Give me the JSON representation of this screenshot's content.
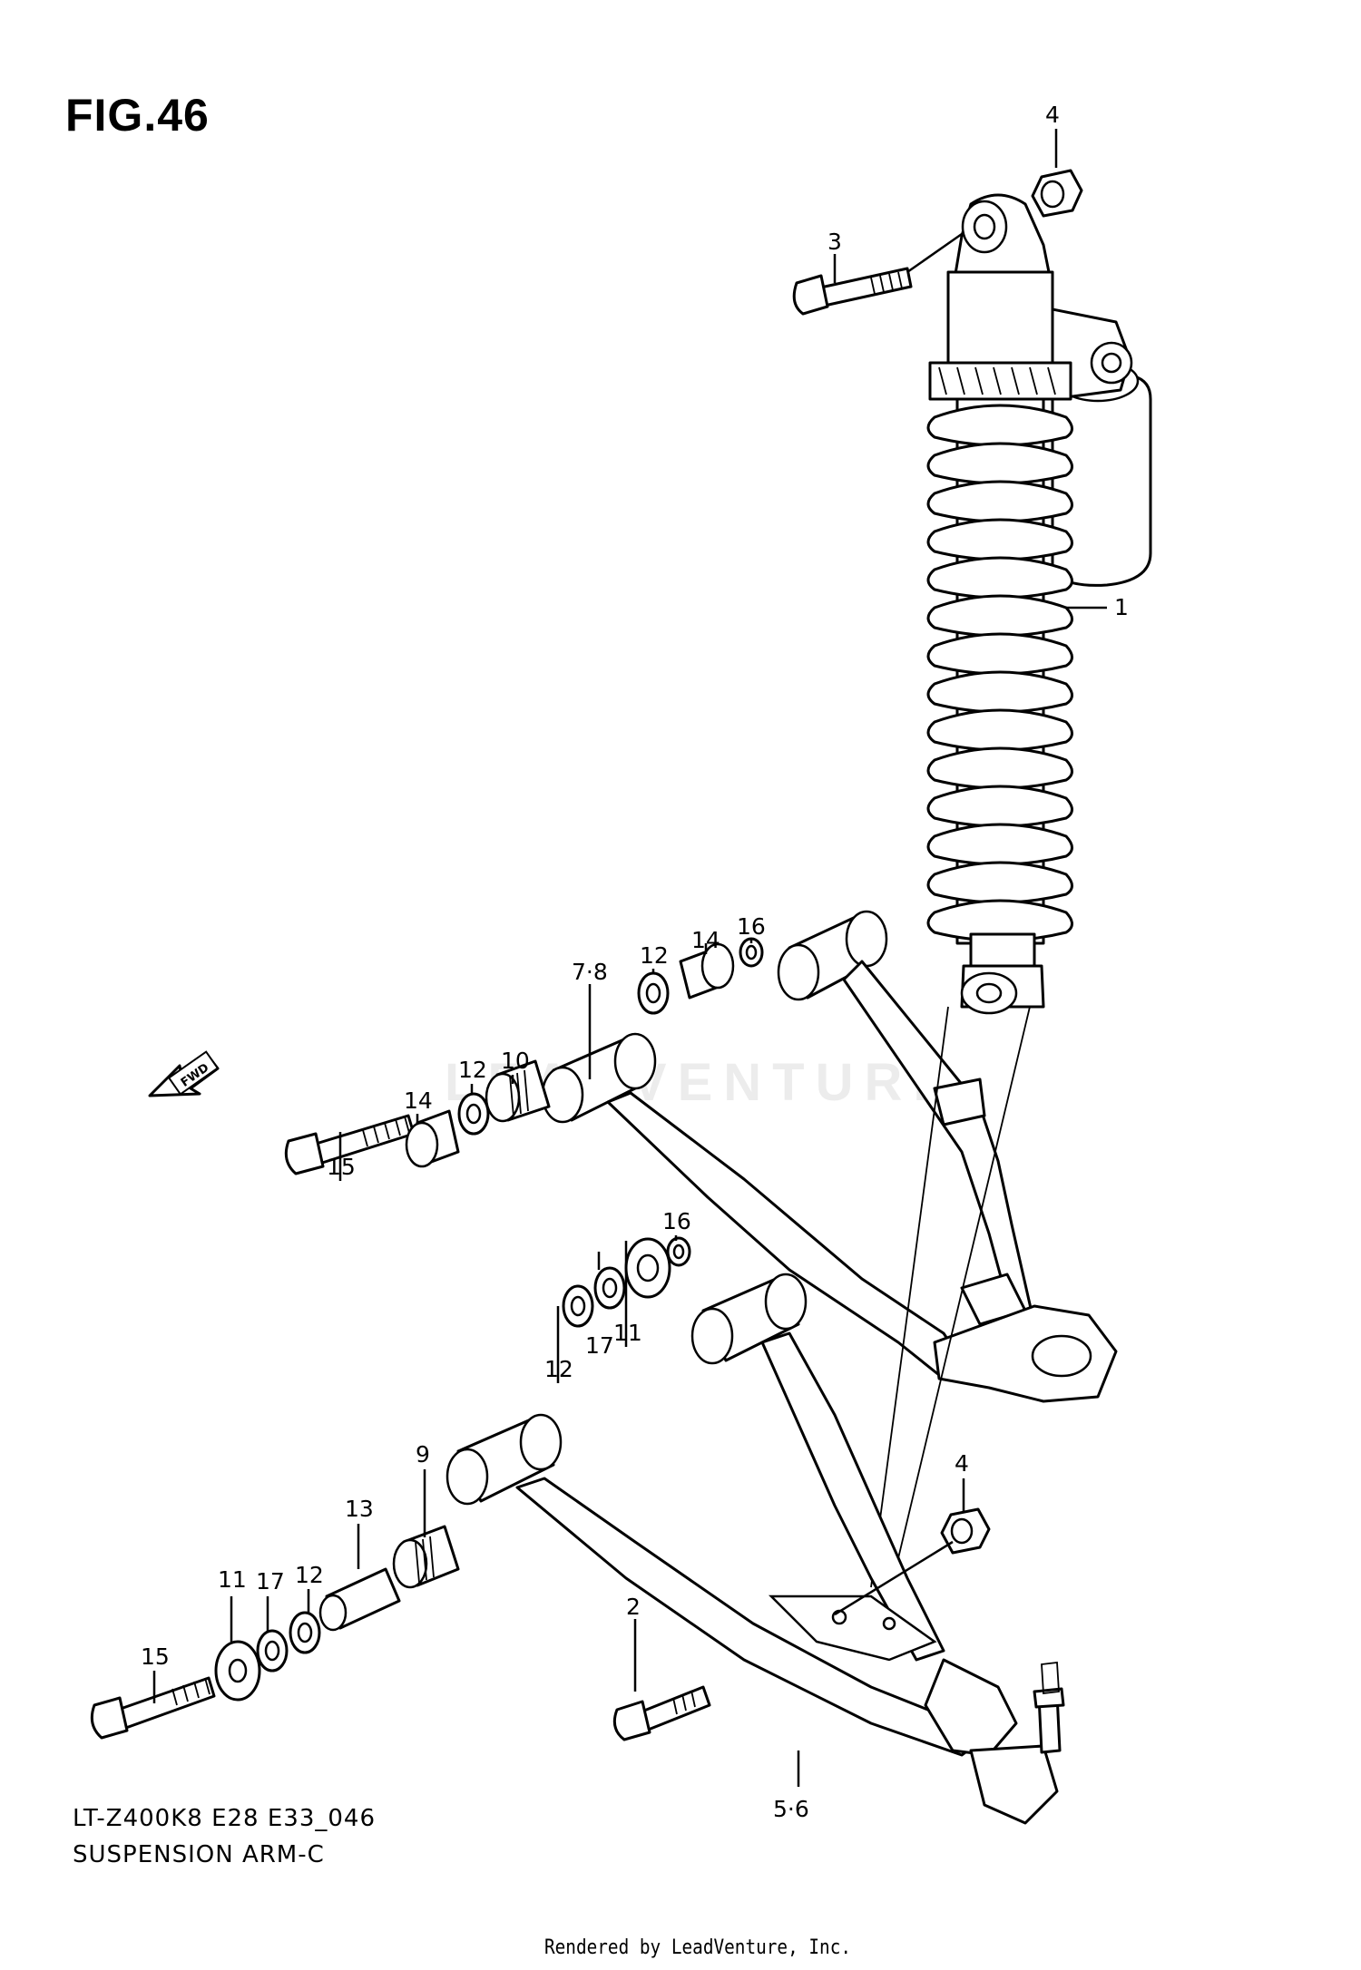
{
  "figure": {
    "title": "FIG.46",
    "code": "LT-Z400K8 E28 E33_046",
    "name": "SUSPENSION ARM-C",
    "credit": "Rendered by LeadVenture, Inc.",
    "watermark": "LEADVENTURE"
  },
  "fwd_label": "FWD",
  "callouts": [
    {
      "id": "c1",
      "label": "1"
    },
    {
      "id": "c2",
      "label": "2"
    },
    {
      "id": "c3",
      "label": "3"
    },
    {
      "id": "c4a",
      "label": "4"
    },
    {
      "id": "c4b",
      "label": "4"
    },
    {
      "id": "c56",
      "label": "5·6"
    },
    {
      "id": "c78",
      "label": "7·8"
    },
    {
      "id": "c9",
      "label": "9"
    },
    {
      "id": "c10",
      "label": "10"
    },
    {
      "id": "c11a",
      "label": "11"
    },
    {
      "id": "c11b",
      "label": "11"
    },
    {
      "id": "c12a",
      "label": "12"
    },
    {
      "id": "c12b",
      "label": "12"
    },
    {
      "id": "c12c",
      "label": "12"
    },
    {
      "id": "c12d",
      "label": "12"
    },
    {
      "id": "c13",
      "label": "13"
    },
    {
      "id": "c14a",
      "label": "14"
    },
    {
      "id": "c14b",
      "label": "14"
    },
    {
      "id": "c15a",
      "label": "15"
    },
    {
      "id": "c15b",
      "label": "15"
    },
    {
      "id": "c16a",
      "label": "16"
    },
    {
      "id": "c16b",
      "label": "16"
    },
    {
      "id": "c17a",
      "label": "17"
    },
    {
      "id": "c17b",
      "label": "17"
    }
  ]
}
